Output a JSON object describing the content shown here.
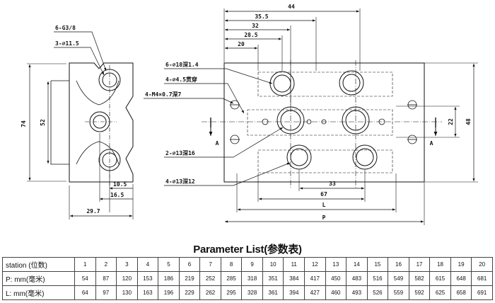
{
  "drawing": {
    "left_view": {
      "callouts": {
        "thread": "6-G3/8",
        "counterbore": "3-⌀11.5"
      },
      "dims": {
        "height_outer": "74",
        "height_inner": "52",
        "d10_5": "10.5",
        "d16_5": "16.5",
        "width": "29.7"
      }
    },
    "top_view": {
      "dims": {
        "d44": "44",
        "d35_5": "35.5",
        "d32": "32",
        "d28_5": "28.5",
        "d20": "20",
        "d22": "22",
        "d48": "48",
        "d33": "33",
        "d67": "67",
        "L": "L",
        "P": "P"
      },
      "callouts": {
        "c1": "6-⌀18深1.4",
        "c2": "4-⌀4.5贯穿",
        "c3": "4-M4×0.7深7",
        "c4": "2-⌀13深16",
        "c5": "4-⌀13深12"
      },
      "section_marks": {
        "left": "A",
        "right": "A"
      }
    }
  },
  "parameter_list": {
    "title": "Parameter List(参数表)",
    "rows": [
      {
        "label": "station (位数)",
        "values": [
          "1",
          "2",
          "3",
          "4",
          "5",
          "6",
          "7",
          "8",
          "9",
          "10",
          "11",
          "12",
          "13",
          "14",
          "15",
          "16",
          "17",
          "18",
          "19",
          "20"
        ]
      },
      {
        "label": "P: mm(毫米)",
        "values": [
          "54",
          "87",
          "120",
          "153",
          "186",
          "219",
          "252",
          "285",
          "318",
          "351",
          "384",
          "417",
          "450",
          "483",
          "516",
          "549",
          "582",
          "615",
          "648",
          "681"
        ]
      },
      {
        "label": "L: mm(毫米)",
        "values": [
          "64",
          "97",
          "130",
          "163",
          "196",
          "229",
          "262",
          "295",
          "328",
          "361",
          "394",
          "427",
          "460",
          "493",
          "526",
          "559",
          "592",
          "625",
          "658",
          "691"
        ]
      }
    ]
  }
}
